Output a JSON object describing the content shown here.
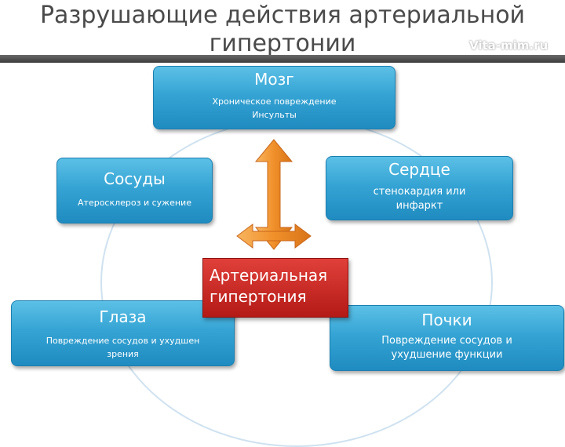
{
  "title": {
    "line1": "Разрушающие действия артериальной",
    "line2": "гипертонии"
  },
  "watermark": "Vita-mim.ru",
  "center": {
    "line1": "Артериальная",
    "line2": "гипертония"
  },
  "nodes": {
    "brain": {
      "title": "Мозг",
      "lines": [
        "Хроническое повреждение",
        "Инсульты"
      ]
    },
    "vessels": {
      "title": "Сосуды",
      "lines": [
        "Атеросклероз и сужение"
      ]
    },
    "heart": {
      "title": "Сердце",
      "lines": [
        "стенокардия или",
        "инфаркт"
      ]
    },
    "eyes": {
      "title": "Глаза",
      "lines": [
        "Повреждение сосудов и ухудшен",
        "зрения"
      ]
    },
    "kidneys": {
      "title": "Почки",
      "lines": [
        "Повреждение сосудов и",
        "ухудшение функции"
      ]
    }
  },
  "colors": {
    "node_fill": "#35a4d4",
    "center_fill": "#c8231f",
    "arrow_fill": "#f0902a"
  }
}
